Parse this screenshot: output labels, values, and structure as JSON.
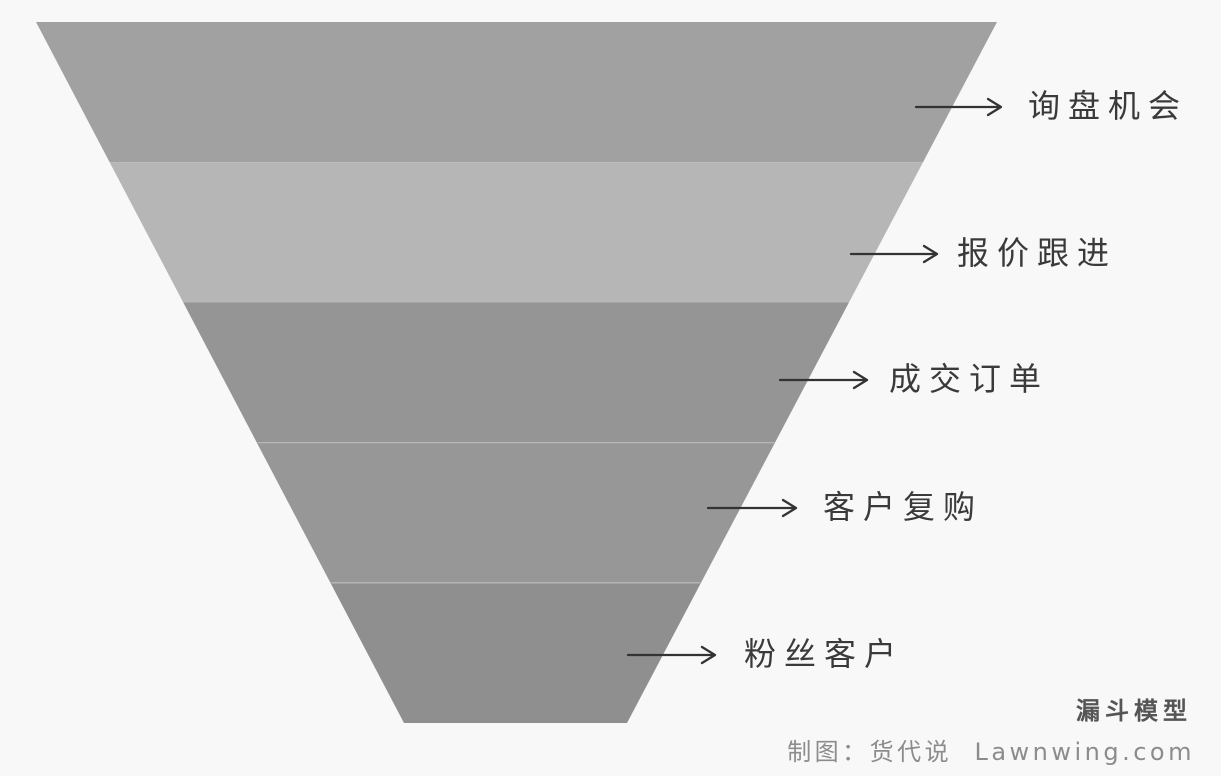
{
  "page": {
    "background": "#f8f8f8"
  },
  "funnel": {
    "type": "funnel",
    "stages": [
      {
        "label": "询盘机会",
        "color": "#a1a1a1"
      },
      {
        "label": "报价跟进",
        "color": "#b6b6b6"
      },
      {
        "label": "成交订单",
        "color": "#959595"
      },
      {
        "label": "客户复购",
        "color": "#979797"
      },
      {
        "label": "粉丝客户",
        "color": "#8f8f8f"
      }
    ],
    "arrow_color": "#333333",
    "label_color": "#3a3a3a",
    "separator_color": "#b8b8b8"
  },
  "footer": {
    "title": "漏斗模型",
    "title_color": "#555555",
    "credit": "制图：货代说  Lawnwing.com",
    "credit_color": "#8c8c8c"
  }
}
